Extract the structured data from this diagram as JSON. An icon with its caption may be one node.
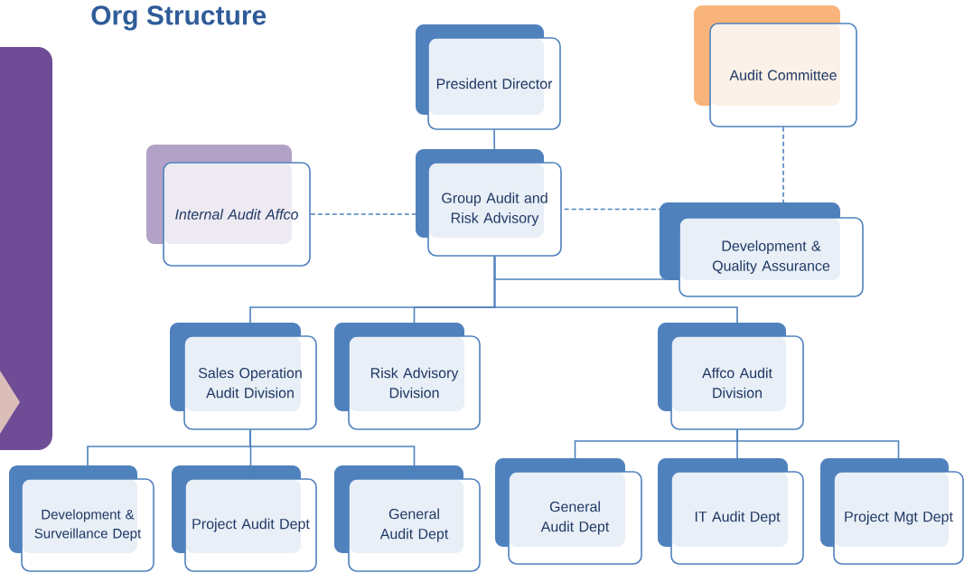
{
  "diagram": {
    "title": "Org Structure",
    "nodes": [
      {
        "text": [
          "President Director"
        ]
      },
      {
        "text": [
          "Audit Committee"
        ]
      },
      {
        "text": [
          "Internal Audit Affco"
        ]
      },
      {
        "text": [
          "Group Audit and Risk Advisory"
        ]
      },
      {
        "text": [
          "Development & Quality Assurance"
        ]
      },
      {
        "text": [
          "Sales Operation Audit Division"
        ]
      },
      {
        "text": [
          "Risk Advisory Division"
        ]
      },
      {
        "text": [
          "Affco Audit Division"
        ]
      },
      {
        "text": [
          "Development & Surveillance Dept"
        ]
      },
      {
        "text": [
          "Project Audit Dept"
        ]
      },
      {
        "text": [
          "General Audit Dept"
        ]
      },
      {
        "text": [
          "General Audit Dept"
        ]
      },
      {
        "text": [
          "IT Audit Dept"
        ]
      },
      {
        "text": [
          "Project Mgt Dept"
        ]
      }
    ],
    "edges": [
      {
        "from": 0,
        "to": 3,
        "arrow": "none"
      },
      {
        "from": 2,
        "to": 3,
        "arrow": "none",
        "style": "dashed"
      },
      {
        "from": 1,
        "to": 3,
        "arrow": "none",
        "style": "dashed"
      },
      {
        "from": 3,
        "to": 4,
        "arrow": "none"
      },
      {
        "from": 3,
        "to": 5,
        "arrow": "none"
      },
      {
        "from": 3,
        "to": 6,
        "arrow": "none"
      },
      {
        "from": 3,
        "to": 7,
        "arrow": "none"
      },
      {
        "from": 5,
        "to": 8,
        "arrow": "none"
      },
      {
        "from": 5,
        "to": 9,
        "arrow": "none"
      },
      {
        "from": 5,
        "to": 10,
        "arrow": "none"
      },
      {
        "from": 7,
        "to": 11,
        "arrow": "none"
      },
      {
        "from": 7,
        "to": 12,
        "arrow": "none"
      },
      {
        "from": 7,
        "to": 13,
        "arrow": "none"
      }
    ]
  }
}
